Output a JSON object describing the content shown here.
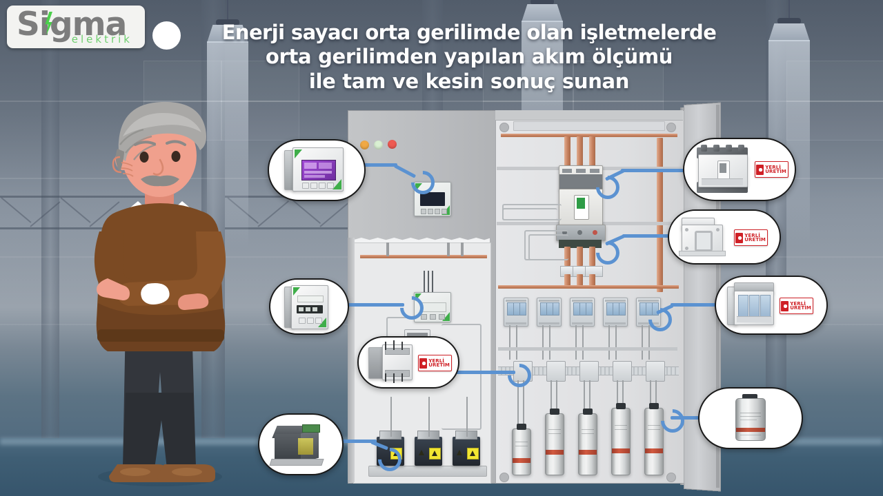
{
  "brand": {
    "logo_word": "Sigma",
    "logo_sub": "elektrik",
    "logo_bolt_color": "#4ad04a",
    "logo_text_color": "#7d7d7d"
  },
  "headline": {
    "line1": "Enerji sayacı orta gerilimde olan işletmelerde",
    "line2": "orta gerilimden yapılan akım ölçümü",
    "line3": "ile tam ve kesin sonuç sunan",
    "color": "#ffffff"
  },
  "scene": {
    "setting": "industrial-warehouse-interior",
    "character": {
      "name": "engineer-character",
      "hair_color": "#a9a8a6",
      "skin_color": "#f0a08d",
      "sweater_color": "#7b4a23",
      "shirt_color": "#ffffff",
      "tie_color": "#cf2233",
      "pants_color": "#33363c",
      "shoe_color": "#8c5a33"
    },
    "floor_color": "#3f5e74",
    "wall_color": "#7a8593",
    "lamp_count": 3
  },
  "cabinet": {
    "name": "low-voltage-compensation-panel",
    "body_color": "#dedfe1",
    "left_door_color": "#bcbec1",
    "open_door_color": "#c7c9cc",
    "indicator_lights": [
      {
        "name": "indicator-light-orange",
        "color": "#f0a945"
      },
      {
        "name": "indicator-light-green",
        "color": "#d9f0d2"
      },
      {
        "name": "indicator-light-red",
        "color": "#ee5a52"
      }
    ],
    "busbar_color": "#c5805e",
    "capacitor_count": 5,
    "fuse_block_count": 5,
    "transformer_count": 3,
    "warning_label_color": "#f2e632"
  },
  "badge": {
    "line1": "YERLİ",
    "line2": "ÜRETİM",
    "color": "#cf2026"
  },
  "callouts": [
    {
      "id": "c1",
      "name": "callout-power-analyzer",
      "product": "network-analyzer-meter",
      "badge": false
    },
    {
      "id": "c2",
      "name": "callout-molded-case-breaker",
      "product": "molded-case-circuit-breaker",
      "badge": true
    },
    {
      "id": "c3",
      "name": "callout-current-transformer",
      "product": "current-transformer",
      "badge": true
    },
    {
      "id": "c4",
      "name": "callout-reactive-power-relay",
      "product": "reactive-power-control-relay",
      "badge": false
    },
    {
      "id": "c5",
      "name": "callout-fuse-disconnector",
      "product": "fuse-switch-disconnector",
      "badge": true
    },
    {
      "id": "c6",
      "name": "callout-capacitor-contactor",
      "product": "capacitor-contactor",
      "badge": true
    },
    {
      "id": "c7",
      "name": "callout-power-capacitor",
      "product": "cylindrical-power-capacitor",
      "badge": false
    },
    {
      "id": "c8",
      "name": "callout-control-transformer",
      "product": "control-transformer",
      "badge": false
    }
  ],
  "accent": {
    "leader_line": "#5b92d1",
    "callout_border": "#1a1a1a"
  }
}
